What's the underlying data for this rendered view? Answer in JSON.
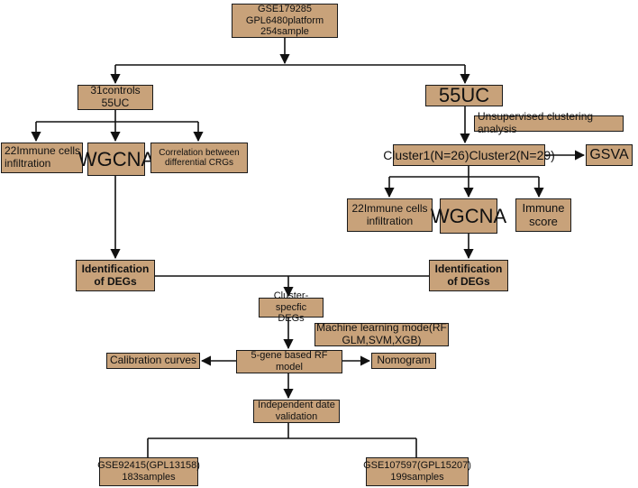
{
  "nodes": {
    "source": "GSE179285\nGPL6480platform\n254sample",
    "left_group": "31controls\n55UC",
    "right_group": "55UC",
    "unsupervised": "Unsupervised clustering analysis",
    "clusters": "Cluster1(N=26)Cluster2(N=29)",
    "gsva": "GSVA",
    "left_immune": "22Immune cells\ninfiltration",
    "left_wgcna": "WGCNA",
    "correlation": "Correlation between\ndifferential CRGs",
    "right_immune": "22Immune cells\ninfiltration",
    "right_wgcna": "WGCNA",
    "immune_score": "Immune\nscore",
    "left_degs": "Identification\nof DEGs",
    "right_degs": "Identification\nof DEGs",
    "cluster_specific": "Cluster-specfic\nDEGs",
    "ml_mode": "Machine learning mode(RF\nGLM,SVM,XGB)",
    "rf_model": "5-gene based RF\nmodel",
    "calibration": "Calibration curves",
    "nomogram": "Nomogram",
    "validation": "Independent date\nvalidation",
    "val1": "GSE92415(GPL13158)\n183samples",
    "val2": "GSE107597(GPL15207)\n199samples"
  },
  "colors": {
    "box_fill": "#c8a27a",
    "line": "#111111"
  }
}
